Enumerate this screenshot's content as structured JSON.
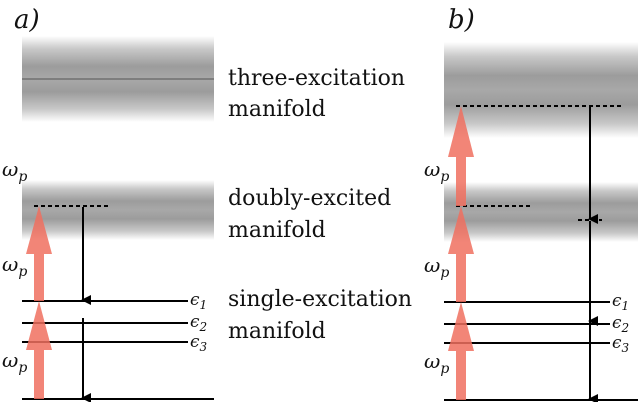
{
  "panels": [
    {
      "id": "a",
      "label": "a)"
    },
    {
      "id": "b",
      "label": "b)"
    }
  ],
  "manifold_labels": {
    "three": [
      "three-excitation",
      "manifold"
    ],
    "doubly": [
      "doubly-excited",
      "manifold"
    ],
    "single": [
      "single-excitation",
      "manifold"
    ]
  },
  "pump_label": "ω",
  "pump_sub": "p",
  "levels": [
    {
      "sym": "ϵ",
      "sub": "1"
    },
    {
      "sym": "ϵ",
      "sub": "2"
    },
    {
      "sym": "ϵ",
      "sub": "3"
    }
  ],
  "colors": {
    "pump_arrow": "#f07060",
    "band_dark": "#9a9a9a",
    "line": "#000000"
  }
}
